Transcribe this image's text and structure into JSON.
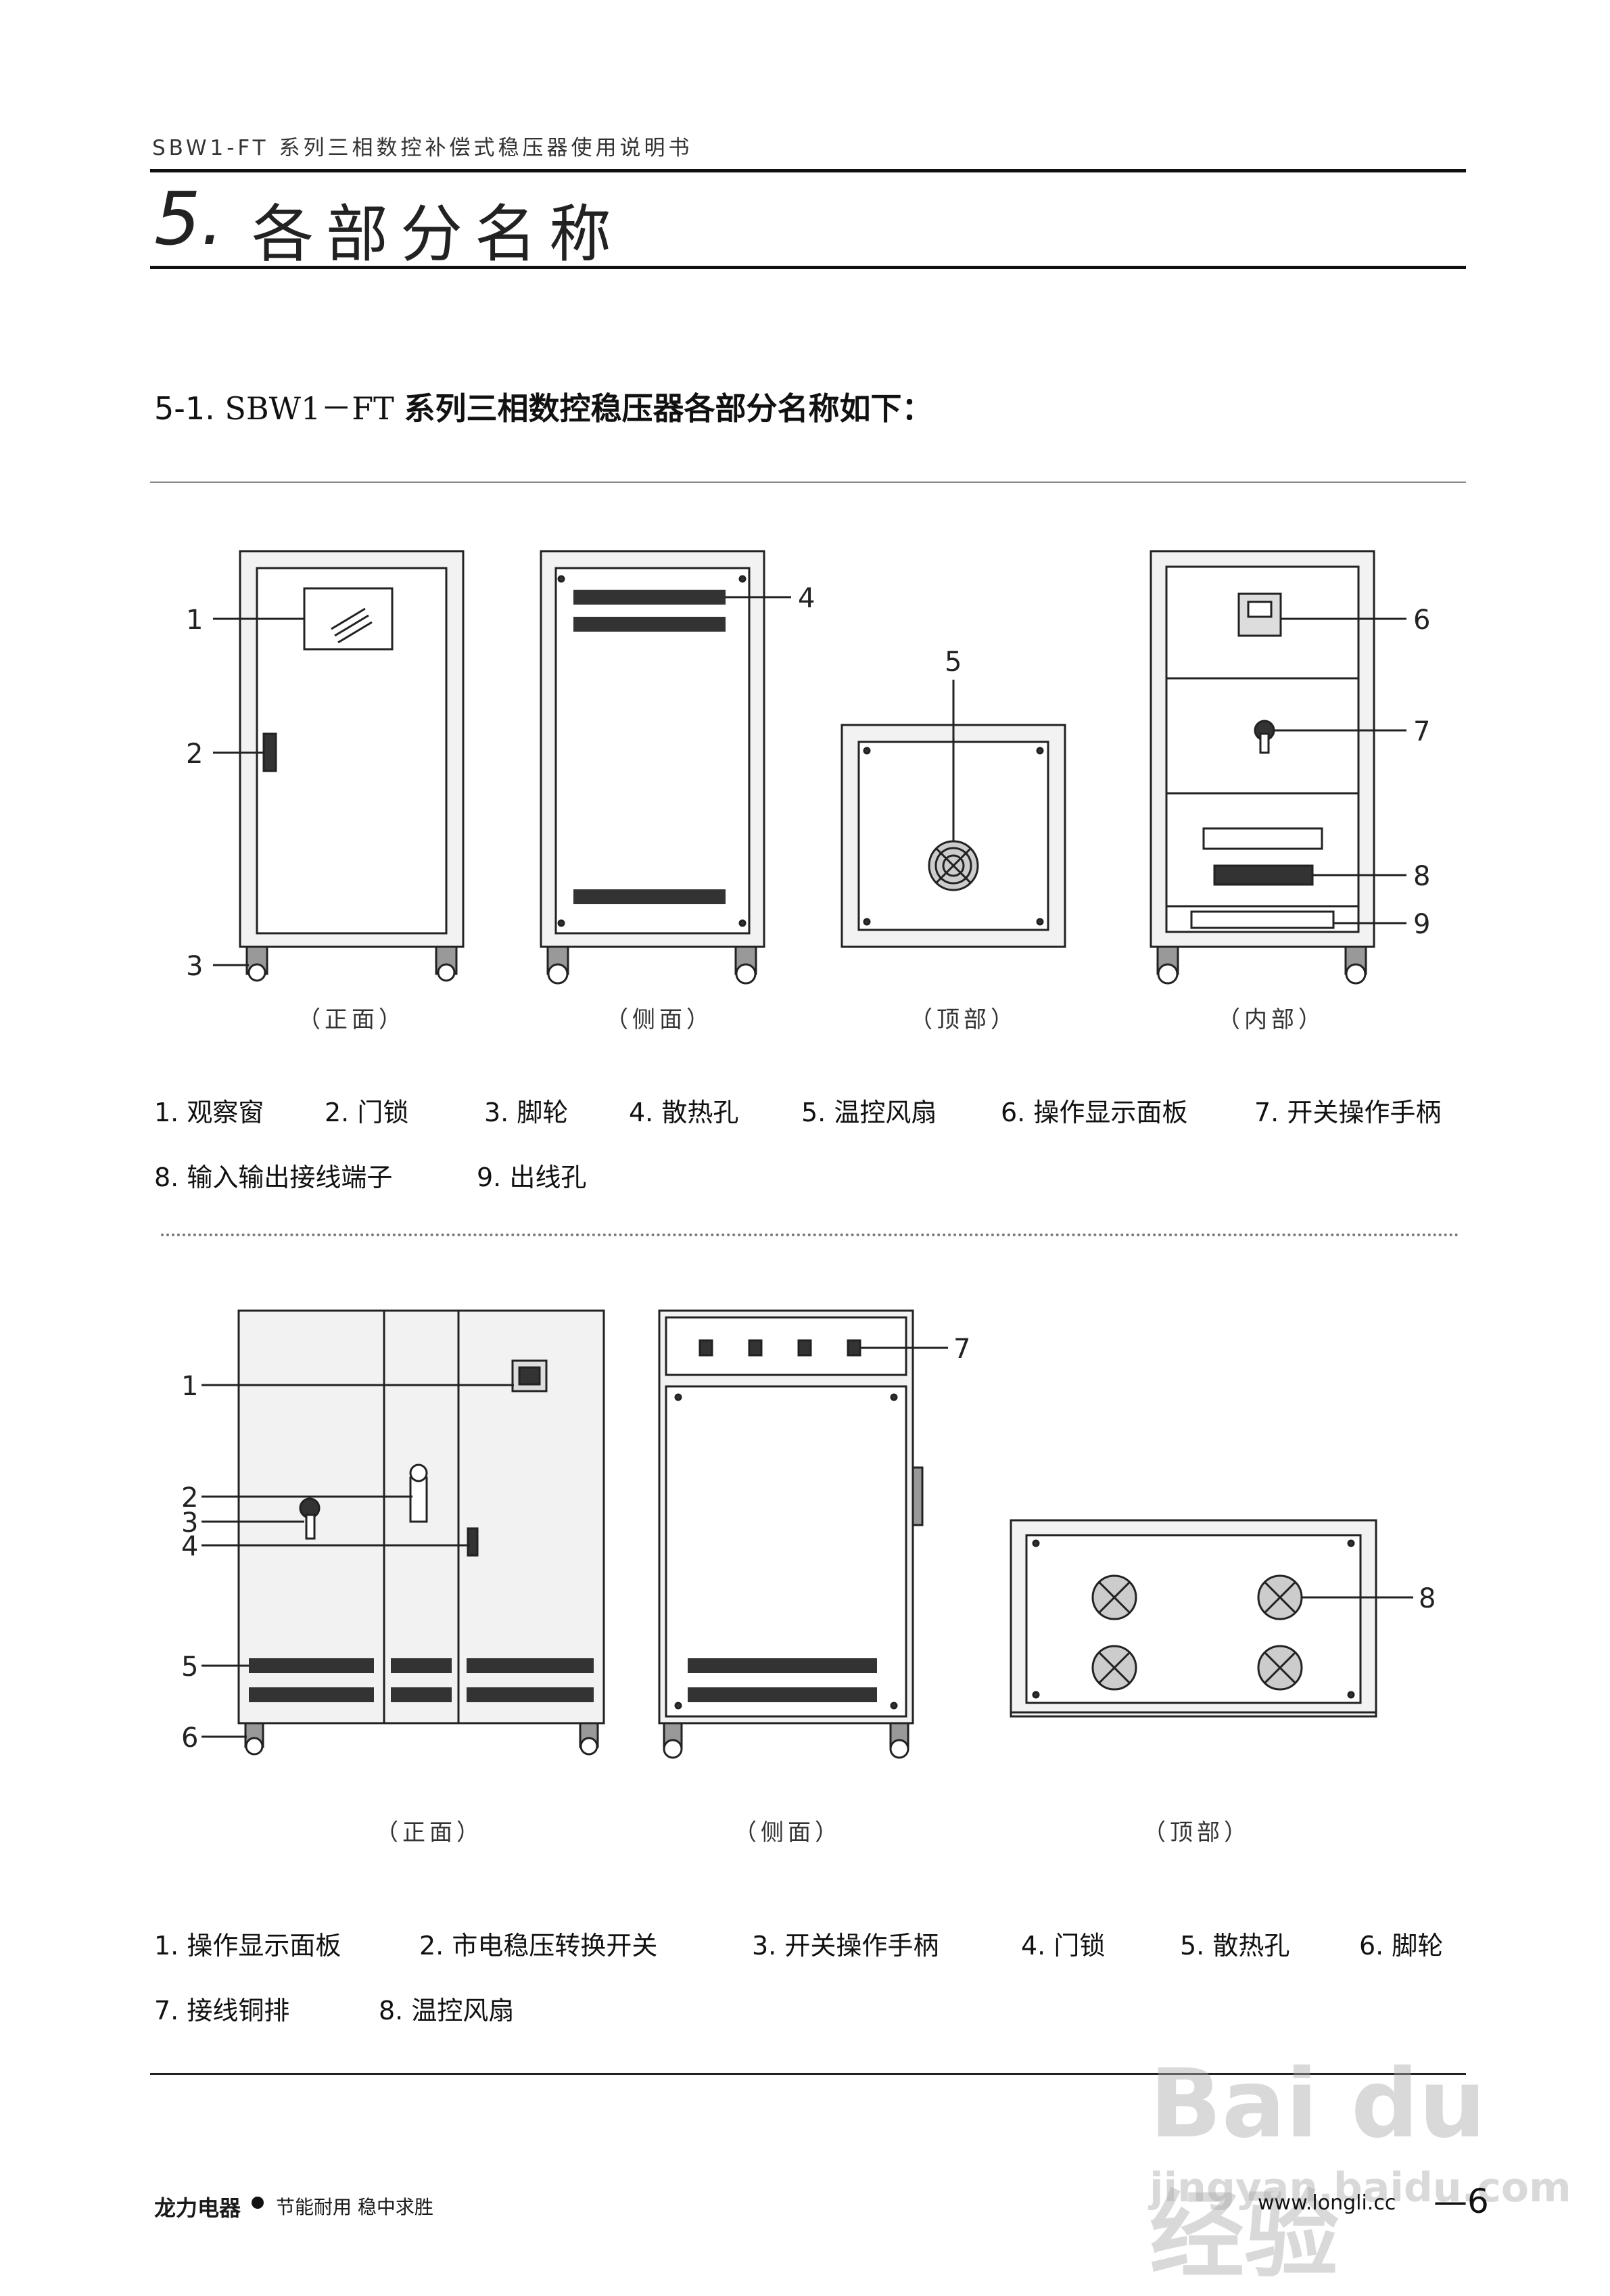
{
  "header": {
    "doc_title": "SBW1-FT 系列三相数控补偿式稳压器使用说明书",
    "section_number": "5.",
    "section_title": "各部分名称"
  },
  "subheading": {
    "number": "5-1.",
    "model": "SBW1－FT",
    "text": "系列三相数控稳压器各部分名称如下："
  },
  "figure1": {
    "callouts": [
      "1",
      "2",
      "3",
      "4",
      "5",
      "6",
      "7",
      "8",
      "9"
    ],
    "captions": {
      "front": "（正面）",
      "side": "（侧面）",
      "top": "（顶部）",
      "inside": "（内部）"
    },
    "legend_row1": [
      "1. 观察窗",
      "2. 门锁",
      "3. 脚轮",
      "4. 散热孔",
      "5. 温控风扇",
      "6. 操作显示面板",
      "7. 开关操作手柄"
    ],
    "legend_row2": [
      "8. 输入输出接线端子",
      "9. 出线孔"
    ]
  },
  "figure2": {
    "callouts": [
      "1",
      "2",
      "3",
      "4",
      "5",
      "6",
      "7",
      "8"
    ],
    "captions": {
      "front": "（正面）",
      "side": "（侧面）",
      "top": "（顶部）"
    },
    "legend_row1": [
      "1. 操作显示面板",
      "2. 市电稳压转换开关",
      "3. 开关操作手柄",
      "4. 门锁",
      "5. 散热孔",
      "6. 脚轮"
    ],
    "legend_row2": [
      "7. 接线铜排",
      "8. 温控风扇"
    ]
  },
  "footer": {
    "brand": "龙力电器",
    "slogan": "节能耐用 稳中求胜",
    "url": "www.longli.cc",
    "page": "—6"
  },
  "watermark": {
    "main": "Bai du 经验",
    "sub": "jingyan.baidu.com"
  }
}
